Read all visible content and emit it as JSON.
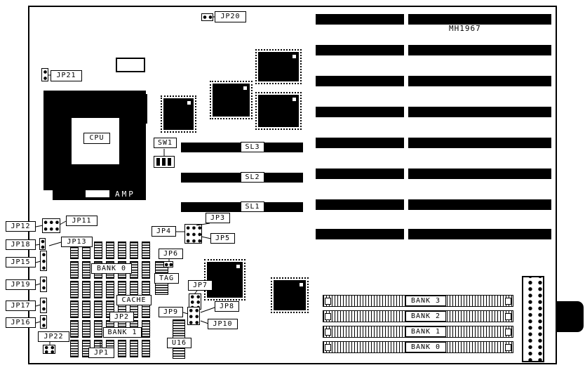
{
  "board": {
    "part_number": "MH1967",
    "cpu": "CPU",
    "amp": "AMP",
    "sw1": "SW1",
    "tag": "TAG",
    "cache": "CACHE",
    "u16": "U16",
    "dram_banks": {
      "bank0": "BANK 0",
      "bank1": "BANK 1"
    },
    "vl_slots": [
      "SL3",
      "SL2",
      "SL1"
    ],
    "simm_banks": [
      "BANK 3",
      "BANK 2",
      "BANK 1",
      "BANK 0"
    ],
    "jumpers": {
      "jp1": "JP1",
      "jp2": "JP2",
      "jp3": "JP3",
      "jp4": "JP4",
      "jp5": "JP5",
      "jp6": "JP6",
      "jp7": "JP7",
      "jp8": "JP8",
      "jp9": "JP9",
      "jp10": "JP10",
      "jp11": "JP11",
      "jp12": "JP12",
      "jp13": "JP13",
      "jp15": "JP15",
      "jp16": "JP16",
      "jp17": "JP17",
      "jp18": "JP18",
      "jp19": "JP19",
      "jp20": "JP20",
      "jp21": "JP21",
      "jp22": "JP22"
    }
  }
}
